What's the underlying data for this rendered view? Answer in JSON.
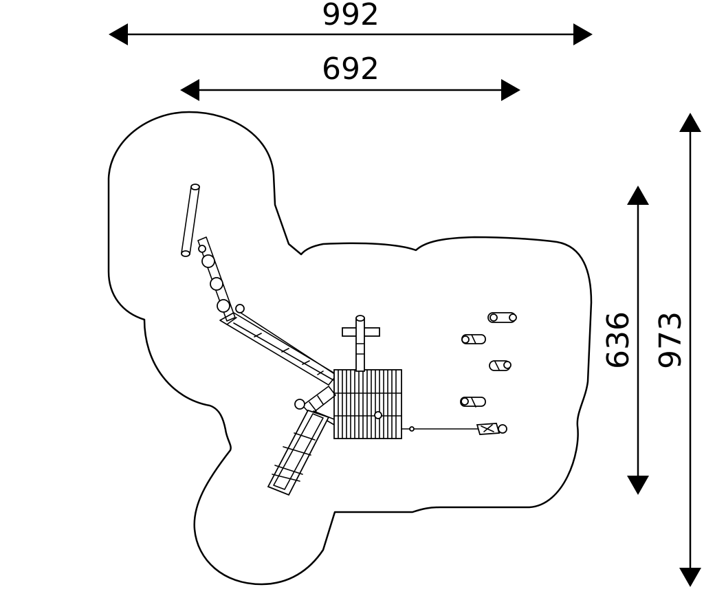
{
  "dimensions": {
    "outer_width": "992",
    "inner_width": "692",
    "inner_height": "636",
    "outer_height": "973"
  },
  "colors": {
    "line": "#000000",
    "background": "#ffffff"
  }
}
